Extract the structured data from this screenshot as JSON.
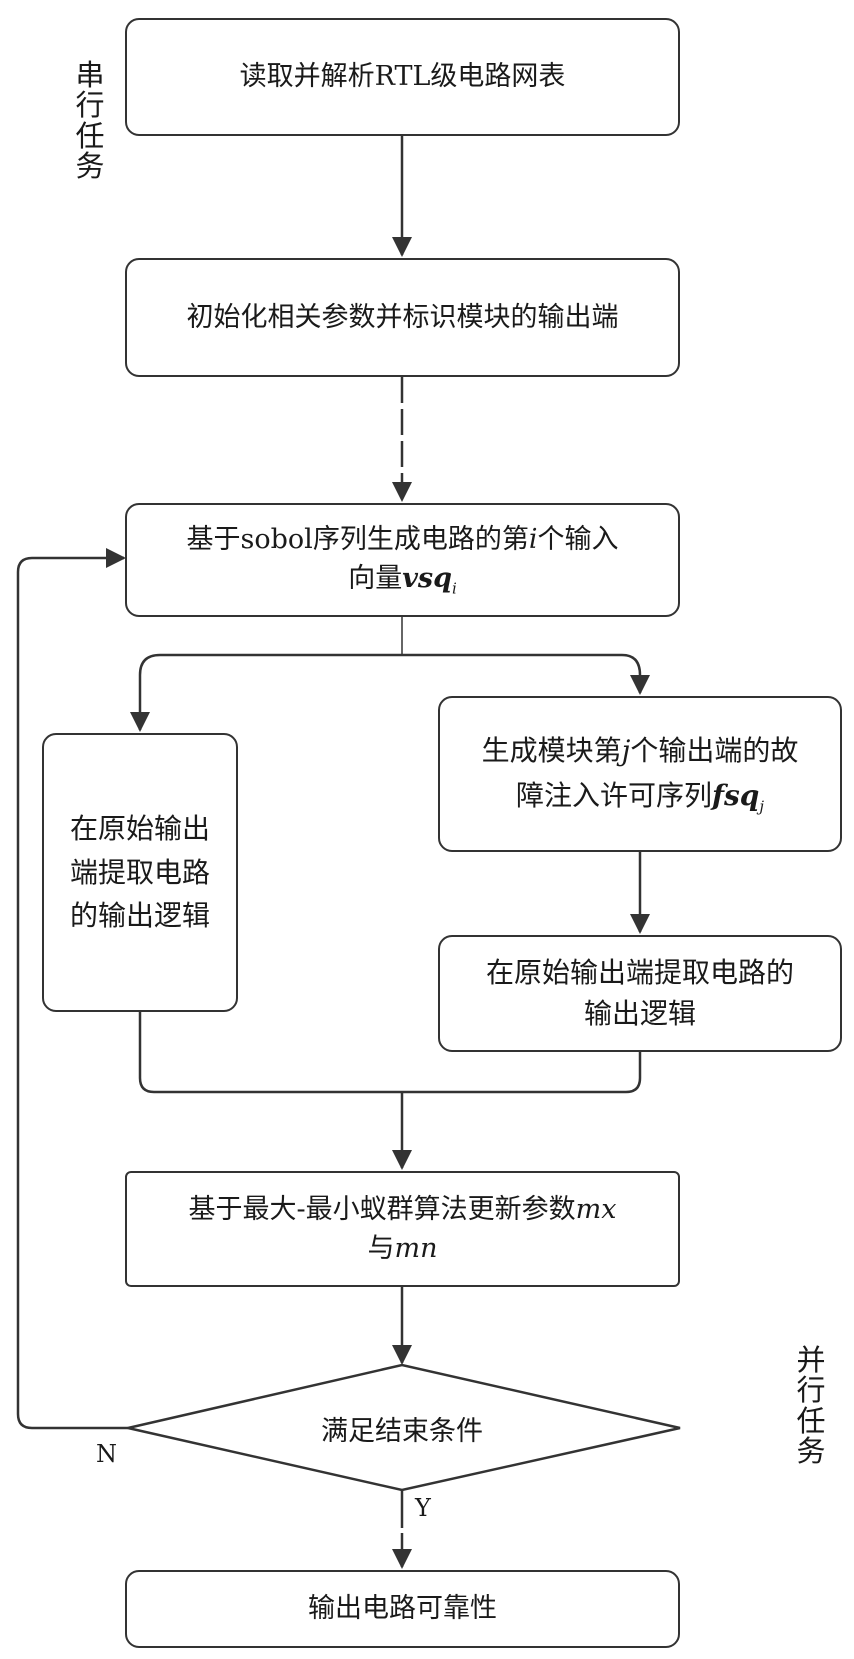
{
  "labels": {
    "serial_task": "串行任务",
    "parallel_task": "并行任务"
  },
  "steps": {
    "step1": "读取并解析RTL级电路网表",
    "step2": "初始化相关参数并标识模块的输出端",
    "step3_line1_a": "基于sobol序列生成电路的第",
    "step3_line1_var": "i",
    "step3_line1_b": "个输入",
    "step3_line2_a": "向量",
    "step3_line2_var": "vsq",
    "step3_line2_sub": "i",
    "left_branch_line1": "在原始输出",
    "left_branch_line2": "端提取电路",
    "left_branch_line3": "的输出逻辑",
    "right_a_line1_a": "生成模块第",
    "right_a_line1_var": "j",
    "right_a_line1_b": "个输出端的故",
    "right_a_line2_a": "障注入许可序列",
    "right_a_line2_var": "fsq",
    "right_a_line2_sub": "j",
    "right_b_line1": "在原始输出端提取电路的",
    "right_b_line2": "输出逻辑",
    "step5_line1_a": "基于最大-最小蚁群算法更新参数",
    "step5_line1_var": "mx",
    "step5_line2_a": "与",
    "step5_line2_var": "mn",
    "decision": "满足结束条件",
    "final": "输出电路可靠性"
  },
  "branches": {
    "no": "N",
    "yes": "Y"
  }
}
